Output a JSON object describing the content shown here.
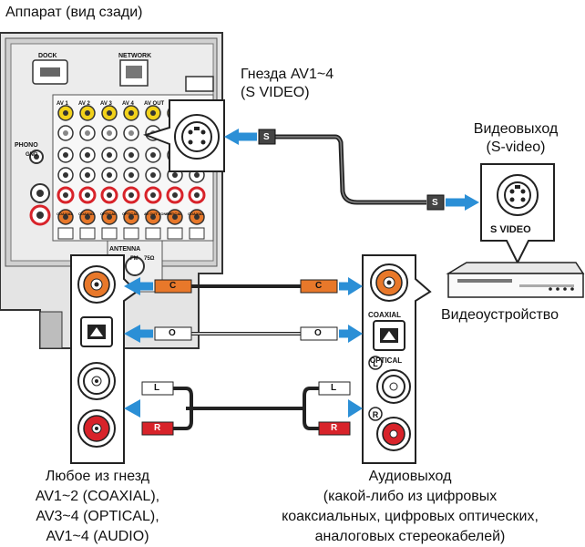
{
  "labels": {
    "device_title": "Аппарат (вид сзади)",
    "svideo_jack": "Гнезда AV1~4",
    "svideo_jack_sub": "(S VIDEO)",
    "video_out": "Видеовыход",
    "video_out_sub": "(S-video)",
    "video_device": "Видеоустройство",
    "svideo_label": "S VIDEO",
    "coaxial_label": "COAXIAL",
    "optical_label": "OPTICAL",
    "left_marker": "L",
    "right_marker": "R",
    "cable_s": "S",
    "cable_c": "C",
    "cable_o": "O",
    "cable_l": "L",
    "cable_r": "R"
  },
  "receiver_panel": {
    "dock": "DOCK",
    "network": "NETWORK",
    "phono": "PHONO",
    "gnd": "GND",
    "antenna": "ANTENNA",
    "fm": "FM",
    "fm_ohm": "75Ω",
    "av_columns": [
      "AV 1",
      "AV 2",
      "AV 3",
      "AV 4",
      "AV OUT"
    ],
    "bottom_labels": [
      "COAXIAL",
      "COAXIAL",
      "OPTICAL",
      "OPTICAL",
      "AV OUT ZONE 2",
      "OPTICAL",
      "COAXIAL"
    ]
  },
  "captions": {
    "left": [
      "Любое из гнезд",
      "AV1~2 (COAXIAL),",
      "AV3~4 (OPTICAL),",
      "AV1~4 (AUDIO)"
    ],
    "right": [
      "Аудиовыход",
      "(какой-либо из цифровых",
      "коаксиальных, цифровых оптических,",
      "аналоговых стереокабелей)"
    ]
  },
  "colors": {
    "arrow": "#2b8fd6",
    "coax_orange": "#e8782a",
    "red": "#d8232a",
    "panel_gray": "#d9d9d9",
    "panel_dark": "#4a4a4a"
  }
}
